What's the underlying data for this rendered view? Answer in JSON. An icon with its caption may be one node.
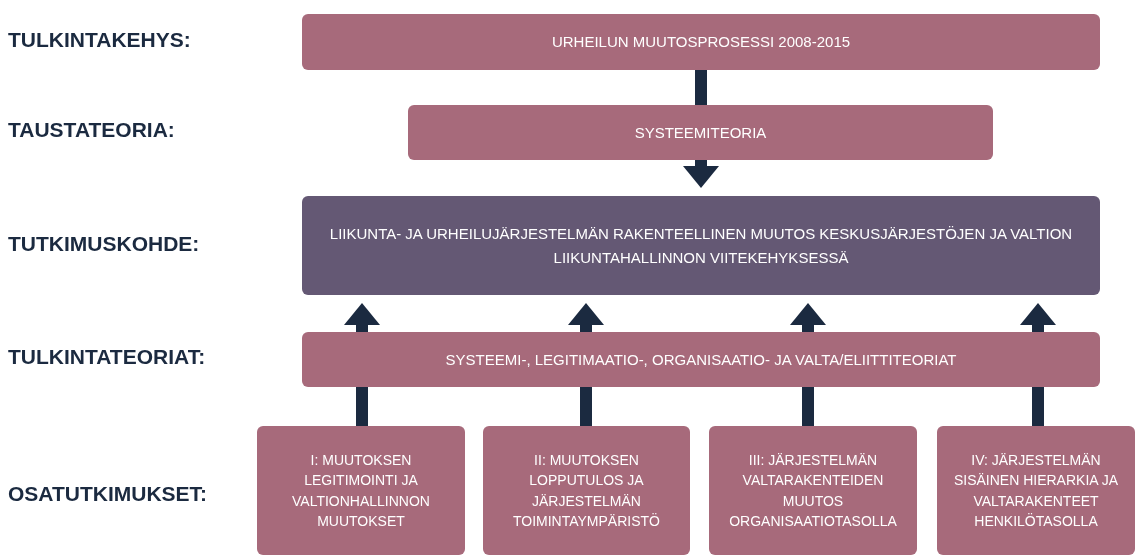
{
  "diagram": {
    "nodes": [
      {
        "text": [
          "URHEILUN MUUTOSPROSESSI 2008-2015"
        ]
      },
      {
        "text": [
          "SYSTEEMITEORIA"
        ]
      },
      {
        "text": [
          "LIIKUNTA- JA URHEILUJÄRJESTELMÄN RAKENTEELLINEN MUUTOS KESKUSJÄRJESTÖJEN JA VALTION LIIKUNTAHALLINNON VIITEKEHYKSESSÄ"
        ]
      },
      {
        "text": [
          "SYSTEEMI-, LEGITIMAATIO-, ORGANISAATIO- JA VALTA/ELIITTITEORIAT"
        ]
      },
      {
        "text": [
          "I: MUUTOKSEN LEGITIMOINTI JA VALTIONHALLINNON MUUTOKSET"
        ]
      },
      {
        "text": [
          "II: MUUTOKSEN LOPPUTULOS JA JÄRJESTELMÄN TOIMINTAYMPÄRISTÖ"
        ]
      },
      {
        "text": [
          "III: JÄRJESTELMÄN VALTARAKENTEIDEN MUUTOS ORGANISAATIOTASOLLA"
        ]
      },
      {
        "text": [
          "IV: JÄRJESTELMÄN SISÄINEN HIERARKIA JA VALTARAKENTEET HENKILÖTASOLLA"
        ]
      }
    ],
    "edges": [
      {
        "from": 0,
        "to": 1,
        "arrow": "none"
      },
      {
        "from": 1,
        "to": 2,
        "arrow": "to"
      },
      {
        "from": 4,
        "to": 3,
        "arrow": "none"
      },
      {
        "from": 3,
        "to": 2,
        "arrow": "to"
      },
      {
        "from": 5,
        "to": 3,
        "arrow": "none"
      },
      {
        "from": 3,
        "to": 2,
        "arrow": "to"
      },
      {
        "from": 6,
        "to": 3,
        "arrow": "none"
      },
      {
        "from": 3,
        "to": 2,
        "arrow": "to"
      },
      {
        "from": 7,
        "to": 3,
        "arrow": "none"
      },
      {
        "from": 3,
        "to": 2,
        "arrow": "to"
      }
    ],
    "labels": [
      "TULKINTAKEHYS:",
      "TAUSTATEORIA:",
      "TUTKIMUSKOHDE:",
      "TULKINTATEORIAT:",
      "OSATUTKIMUKSET:"
    ]
  }
}
